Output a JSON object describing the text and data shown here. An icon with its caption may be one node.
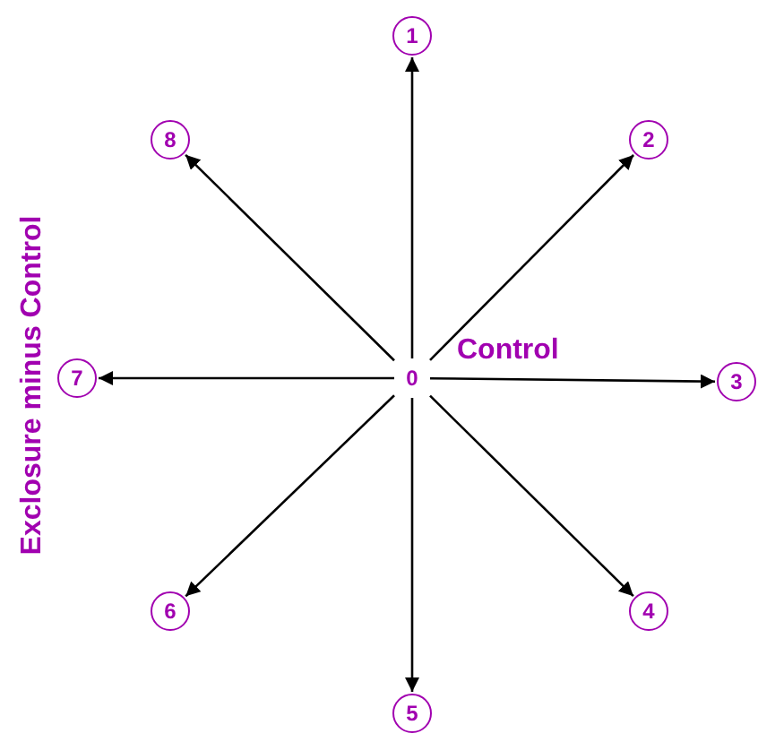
{
  "diagram": {
    "nodes": [
      {
        "text": [
          "0"
        ]
      },
      {
        "text": [
          "1"
        ]
      },
      {
        "text": [
          "2"
        ]
      },
      {
        "text": [
          "3"
        ]
      },
      {
        "text": [
          "4"
        ]
      },
      {
        "text": [
          "5"
        ]
      },
      {
        "text": [
          "6"
        ]
      },
      {
        "text": [
          "7"
        ]
      },
      {
        "text": [
          "8"
        ]
      }
    ],
    "edges": [
      {
        "from": 0,
        "to": 1,
        "arrow": "to"
      },
      {
        "from": 0,
        "to": 2,
        "arrow": "to"
      },
      {
        "from": 0,
        "to": 3,
        "arrow": "to"
      },
      {
        "from": 0,
        "to": 4,
        "arrow": "to"
      },
      {
        "from": 0,
        "to": 5,
        "arrow": "to"
      },
      {
        "from": 0,
        "to": 6,
        "arrow": "to"
      },
      {
        "from": 0,
        "to": 7,
        "arrow": "to"
      },
      {
        "from": 0,
        "to": 8,
        "arrow": "to"
      }
    ],
    "labels": [
      "Control",
      "Exclosure minus Control"
    ]
  }
}
